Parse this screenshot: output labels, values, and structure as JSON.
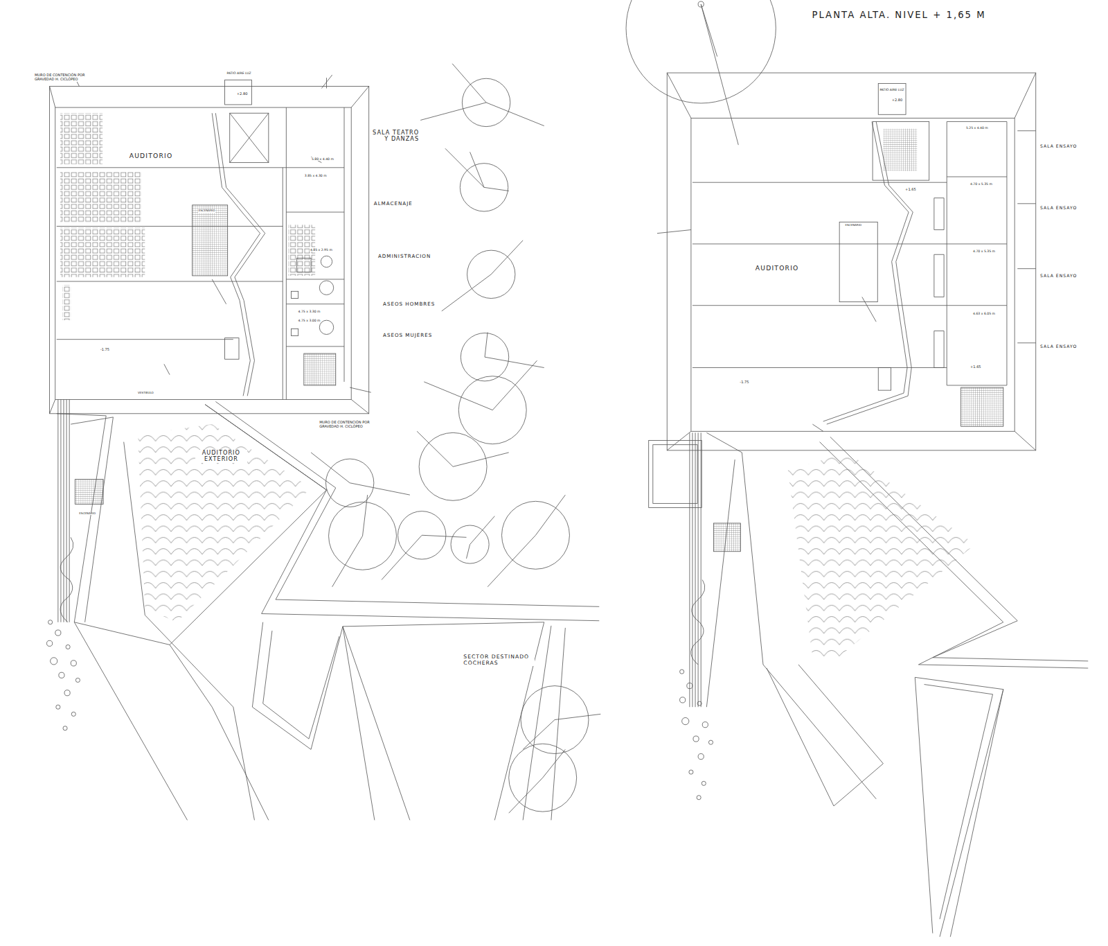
{
  "diagram": {
    "labels": [
      "PLANTA ALTA. NIVEL + 1,65 M",
      "MURO DE CONTENCIÓN POR GRAVEDAD H. CICLÓPEO",
      "PATIO AIRE LUZ",
      "+2.80",
      "AUDITORIO",
      "SALA TEATRO Y DANZAS",
      "5.80 x 4.40 m",
      "3.85 x 4.30 m",
      "ALMACENAJE",
      "4.85 x 2.95 m",
      "ADMINISTRACION",
      "ASEOS HOMBRES",
      "4.75 x 3.30 m",
      "4.75 x 3.00 m",
      "ASEOS MUJERES",
      "-1.75",
      "ESCENARIO",
      "MURO DE CONTENCIÓN POR GRAVEDAD H. CICLÓPEO",
      "AUDITORIO EXTERIOR",
      "SECTOR DESTINADO COCHERAS",
      "PATIO AIRE LUZ",
      "+2.80",
      "5.25 x 4.40 m",
      "SALA ENSAYO",
      "4.70 x 5.35 m",
      "SALA ENSAYO",
      "+1.65",
      "ESCENARIO",
      "AUDITORIO",
      "4.70 x 5.35 m",
      "SALA ENSAYO",
      "4.63 x 6.05 m",
      "SALA ENSAYO",
      "+1.65",
      "-1.75",
      "VESTIBULO",
      "ESCENARIO"
    ]
  }
}
